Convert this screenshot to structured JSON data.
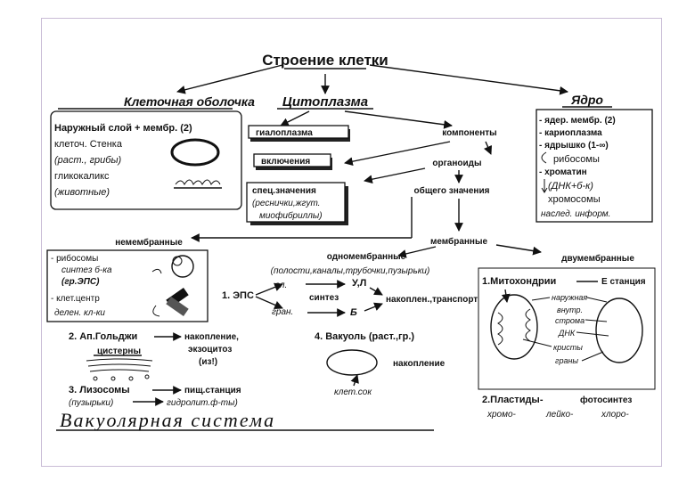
{
  "title": "Строение клетки",
  "branches": {
    "membrane": "Клеточная оболочка",
    "cytoplasm": "Цитоплазма",
    "nucleus": "Ядро"
  },
  "membrane_box": [
    "Наружный слой + мембр. (2)",
    "клеточ. Стенка",
    "(раст., грибы)",
    "гликокаликс",
    "(животные)"
  ],
  "nucleus_box": [
    "- ядер. мембр. (2)",
    "- кариоплазма",
    "- ядрышко (1-∞)",
    "рибосомы",
    "- хроматин",
    "(ДНК+б-к)",
    "хромосомы",
    "наслед. информ."
  ],
  "cytoplasm": {
    "hyaloplasm": "гиалоплазма",
    "components": "компоненты",
    "inclusions": "включения",
    "organelles": "органоиды",
    "special": [
      "спец.значения",
      "(реснички,жгут.",
      "миофибриллы)"
    ],
    "general": "общего значения",
    "membranous": "мембранные",
    "nonmembranous": "немембранные",
    "single_membrane": "одномембранные",
    "single_desc": "(полости,каналы,трубочки,пузырьки)",
    "double_membrane": "двумембранные"
  },
  "nonmembrane_box": [
    "- рибосомы",
    "синтез б-ка",
    "(гр.ЭПС)",
    "- клет.центр",
    "делен. кл-ки"
  ],
  "eps": {
    "label": "1. ЭПС",
    "smooth": "гл.",
    "rough": "гран.",
    "synthesis": "синтез",
    "ul": "У,Л",
    "b": "Б",
    "accum": "накоплен.,транспорт"
  },
  "golgi": {
    "label": "2. Ап.Гольджи",
    "function": [
      "накопление,",
      "экзоцитоз",
      "(из!)"
    ],
    "cisterns": "цистерны"
  },
  "lysosome": {
    "label": "3. Лизосомы",
    "function": "пищ.станция",
    "vesicles": "(пузырьки)",
    "hydrolysis": "гидролит.ф-ты)"
  },
  "vacuole": {
    "label": "4. Вакуоль (раст.,гр.)",
    "function": "накопление",
    "sap": "клет.сок"
  },
  "mito": {
    "label": "1.Митохондрии",
    "station": "Е станция",
    "outer": "наружная",
    "inner": "внутр.",
    "stroma": "строма",
    "dna": "ДНК",
    "cristae": "кристы",
    "grana": "граны"
  },
  "plastids": {
    "label": "2.Пластиды-",
    "photo": "фотосинтез",
    "types": [
      "хромо-",
      "лейко-",
      "хлоро-"
    ]
  },
  "footer": "Вакуолярная система"
}
